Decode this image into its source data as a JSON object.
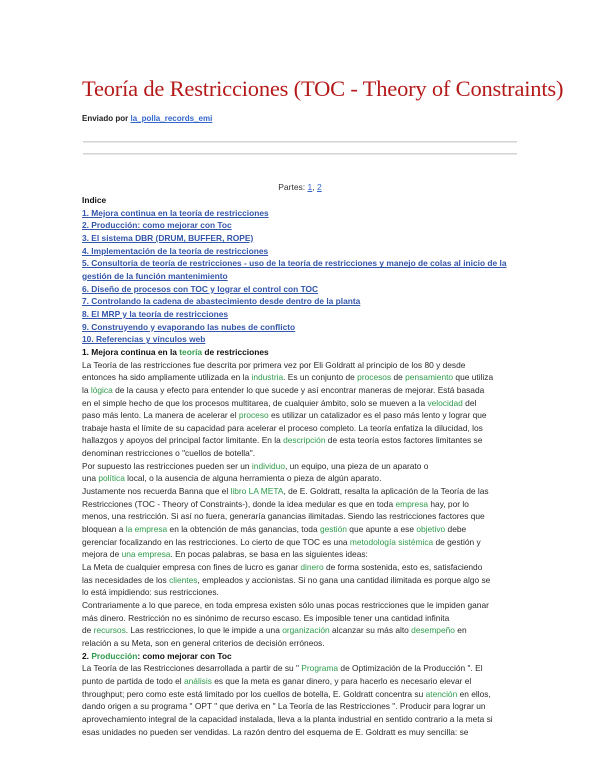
{
  "document": {
    "title": "Teoría de Restricciones (TOC - Theory of Constraints)",
    "byline_label": "Enviado por",
    "author": "la_polla_records_emi",
    "parts_label": "Partes:",
    "parts": [
      "1",
      "2"
    ],
    "parts_sep": ", "
  },
  "index": {
    "heading": "Indice",
    "items": [
      "1. Mejora continua en la teoría de restricciones",
      "2. Producción: como mejorar con Toc",
      "3. El sistema DBR (DRUM, BUFFER, ROPE)",
      "4. Implementación de la teoría de restricciones",
      "5. Consultoría de teoría de restricciones - uso de la teoría de restricciones y manejo de colas al inicio de la gestión de la función mantenimiento",
      "6. Diseño de procesos con TOC y lograr el control con TOC",
      "7. Controlando la cadena de abastecimiento desde dentro de la planta",
      "8. El MRP y la teoría de restricciones",
      "9. Construyendo y evaporando las nubes de conflicto",
      "10. Referencias y vínculos web"
    ]
  },
  "section1": {
    "heading_pre": "1. Mejora continua en la ",
    "heading_link": "teoría",
    "heading_post": " de restricciones",
    "lines": [
      [
        "La Teoría de las restricciones fue descrita por primera vez por Eli Goldratt al principio de los 80 y desde"
      ],
      [
        "entonces ha sido ampliamente utilizada en la ",
        {
          "g": "industria"
        },
        ". Es un conjunto de ",
        {
          "g": "procesos"
        },
        " de ",
        {
          "g": "pensamiento"
        },
        " que utiliza"
      ],
      [
        "la ",
        {
          "g": "lógica"
        },
        " de la causa y efecto para entender lo que sucede y así encontrar maneras de mejorar. Está basada"
      ],
      [
        "en el simple hecho de que los procesos multitarea, de cualquier ámbito, solo se mueven a la ",
        {
          "g": "velocidad"
        },
        " del"
      ],
      [
        "paso más lento. La manera de acelerar el ",
        {
          "g": "proceso"
        },
        " es utilizar un catalizador es el paso más lento y lograr que"
      ],
      [
        "trabaje hasta el límite de su capacidad para acelerar el proceso completo. La teoría enfatiza la dilucidad, los"
      ],
      [
        "hallazgos y apoyos del principal factor limitante. En la ",
        {
          "g": "descripción"
        },
        " de esta teoría estos factores limitantes se"
      ],
      [
        "denominan restricciones o \"cuellos de botella\"."
      ],
      [
        "Por supuesto las restricciones pueden ser un ",
        {
          "g": "individuo"
        },
        ", un equipo, una pieza de un aparato o"
      ],
      [
        "una ",
        {
          "g": "política"
        },
        " local, o la ausencia de alguna herramienta o pieza de algún aparato."
      ],
      [
        "Justamente nos recuerda Banna que el ",
        {
          "g": "libro LA META"
        },
        ", de E. Goldratt, resalta la aplicación de la Teoría de las"
      ],
      [
        "Restricciones (TOC - Theory of Constraints-), donde la idea medular es que en toda ",
        {
          "g": "empresa"
        },
        " hay, por lo"
      ],
      [
        "menos, una restricción. Si así no fuera, generaría ganancias ilimitadas. Siendo las restricciones factores que"
      ],
      [
        "bloquean a ",
        {
          "g": "la empresa"
        },
        " en la obtención de más ganancias, toda ",
        {
          "g": "gestión"
        },
        " que apunte a ese ",
        {
          "g": "objetivo"
        },
        " debe"
      ],
      [
        "gerenciar focalizando en las restricciones. Lo cierto de que TOC es una ",
        {
          "g": "metodología sistémica"
        },
        " de gestión y"
      ],
      [
        "mejora de ",
        {
          "g": "una empresa"
        },
        ". En pocas palabras, se basa en las siguientes ideas:"
      ],
      [
        "La Meta de cualquier empresa con fines de lucro es ganar ",
        {
          "g": "dinero"
        },
        " de forma sostenida, esto es, satisfaciendo"
      ],
      [
        "las necesidades de los ",
        {
          "g": "clientes"
        },
        ", empleados y accionistas. Si no gana una cantidad ilimitada es porque algo se"
      ],
      [
        "lo está impidiendo: sus restricciones."
      ],
      [
        "Contrariamente a lo que parece, en toda empresa existen sólo unas pocas restricciones que le impiden ganar"
      ],
      [
        "más dinero. Restricción no es sinónimo de recurso escaso. Es imposible tener una cantidad infinita"
      ],
      [
        "de ",
        {
          "g": "recursos"
        },
        ". Las restricciones, lo que le impide a una ",
        {
          "g": "organización"
        },
        " alcanzar su más alto ",
        {
          "g": "desempeño"
        },
        " en"
      ],
      [
        "relación a su Meta, son en general criterios de decisión erróneos."
      ]
    ]
  },
  "section2": {
    "heading_pre": "2. ",
    "heading_link": "Producción",
    "heading_post": ": como mejorar con Toc",
    "lines": [
      [
        "La Teoría de las Restricciones desarrollada a partir de su \" ",
        {
          "g": "Programa"
        },
        " de Optimización de la Producción \". El"
      ],
      [
        "punto de partida de todo el ",
        {
          "g": "análisis"
        },
        " es que la meta es ganar dinero, y para hacerlo es necesario elevar el"
      ],
      [
        "throughput; pero como este está limitado por los cuellos de botella, E. Goldratt concentra su ",
        {
          "g": "atención"
        },
        " en ellos,"
      ],
      [
        "dando origen a su programa \" OPT \" que deriva en \" La Teoría de las Restricciones \". Producir para lograr un"
      ],
      [
        "aprovechamiento integral de la capacidad instalada, lleva a la planta industrial en sentido contrario a la meta si"
      ],
      [
        "esas unidades no pueden ser vendidas. La razón dentro del esquema de E. Goldratt es muy sencilla: se"
      ]
    ]
  },
  "colors": {
    "title": "#b51a1a",
    "link_blue": "#3366cc",
    "keyword_green": "#2e9a4a",
    "rule": "#d6d6d6"
  }
}
